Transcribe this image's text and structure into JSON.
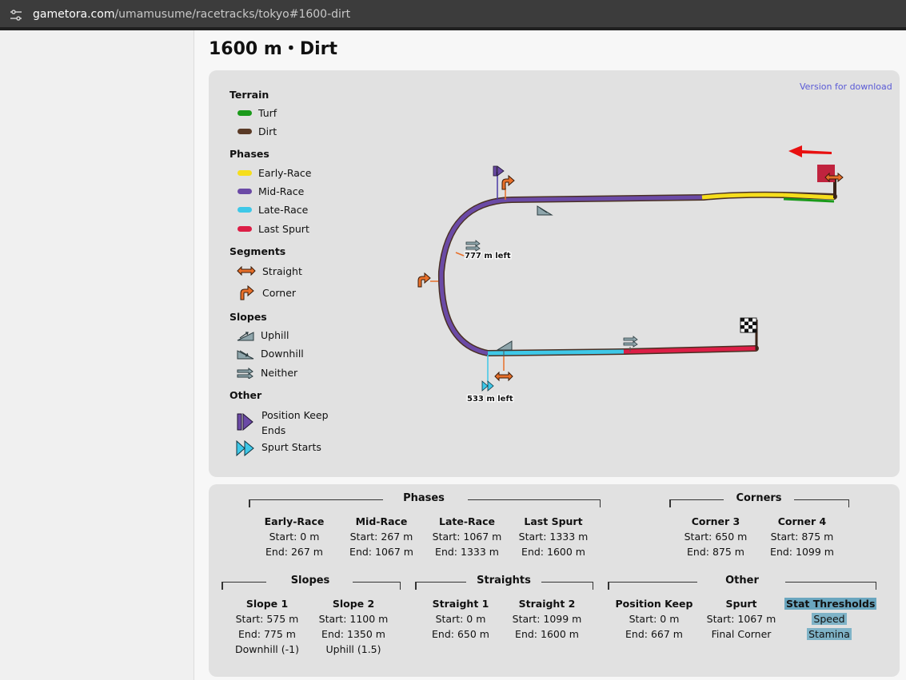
{
  "browser": {
    "url_host": "gametora.com",
    "url_path": "/umamusume/racetracks/tokyo#1600-dirt"
  },
  "page": {
    "title": "1600 m・Dirt",
    "download_link": "Version for download"
  },
  "legend": {
    "terrain_heading": "Terrain",
    "terrain": [
      {
        "label": "Turf",
        "color": "#1a9a1a"
      },
      {
        "label": "Dirt",
        "color": "#5a3a26"
      }
    ],
    "phases_heading": "Phases",
    "phases": [
      {
        "label": "Early-Race",
        "color": "#f6de1c"
      },
      {
        "label": "Mid-Race",
        "color": "#6b4aa6"
      },
      {
        "label": "Late-Race",
        "color": "#3ec8e8"
      },
      {
        "label": "Last Spurt",
        "color": "#dc1e46"
      }
    ],
    "segments_heading": "Segments",
    "segments": [
      {
        "label": "Straight",
        "icon": "double-arrow-icon"
      },
      {
        "label": "Corner",
        "icon": "corner-arrow-icon"
      }
    ],
    "slopes_heading": "Slopes",
    "slopes": [
      {
        "label": "Uphill",
        "icon": "uphill-icon"
      },
      {
        "label": "Downhill",
        "icon": "downhill-icon"
      },
      {
        "label": "Neither",
        "icon": "flat-icon"
      }
    ],
    "other_heading": "Other",
    "other": [
      {
        "label_line1": "Position Keep",
        "label_line2": "Ends",
        "icon": "position-keep-icon"
      },
      {
        "label": "Spurt Starts",
        "icon": "spurt-icon"
      }
    ]
  },
  "map": {
    "label_777": "777 m left",
    "label_533": "533 m left"
  },
  "info": {
    "phases": {
      "title": "Phases",
      "items": [
        {
          "name": "Early-Race",
          "start": "Start: 0 m",
          "end": "End: 267 m"
        },
        {
          "name": "Mid-Race",
          "start": "Start: 267 m",
          "end": "End: 1067 m"
        },
        {
          "name": "Late-Race",
          "start": "Start: 1067 m",
          "end": "End: 1333 m"
        },
        {
          "name": "Last Spurt",
          "start": "Start: 1333 m",
          "end": "End: 1600 m"
        }
      ]
    },
    "corners": {
      "title": "Corners",
      "items": [
        {
          "name": "Corner 3",
          "start": "Start: 650 m",
          "end": "End: 875 m"
        },
        {
          "name": "Corner 4",
          "start": "Start: 875 m",
          "end": "End: 1099 m"
        }
      ]
    },
    "slopes": {
      "title": "Slopes",
      "items": [
        {
          "name": "Slope 1",
          "start": "Start: 575 m",
          "end": "End: 775 m",
          "kind": "Downhill (-1)"
        },
        {
          "name": "Slope 2",
          "start": "Start: 1100 m",
          "end": "End: 1350 m",
          "kind": "Uphill (1.5)"
        }
      ]
    },
    "straights": {
      "title": "Straights",
      "items": [
        {
          "name": "Straight 1",
          "start": "Start: 0 m",
          "end": "End: 650 m"
        },
        {
          "name": "Straight 2",
          "start": "Start: 1099 m",
          "end": "End: 1600 m"
        }
      ]
    },
    "other": {
      "title": "Other",
      "position_keep": {
        "name": "Position Keep",
        "start": "Start: 0 m",
        "end": "End: 667 m"
      },
      "spurt": {
        "name": "Spurt",
        "start": "Start: 1067 m",
        "end": "Final Corner"
      },
      "stat": {
        "name": "Stat Thresholds",
        "line1": "Speed",
        "line2": "Stamina"
      }
    }
  }
}
